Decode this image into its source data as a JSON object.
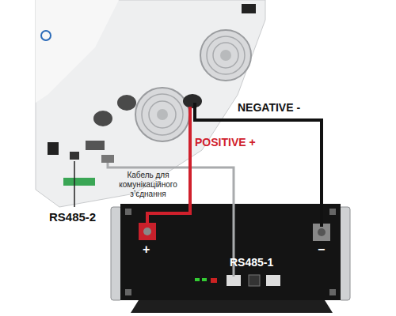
{
  "diagram": {
    "nodes": [
      {
        "text": [
          "+",
          "RS485-1",
          "−"
        ]
      }
    ],
    "labels": [
      "NEGATIVE -",
      "POSITIVE +",
      "Кабель для комунікаційного з’єднання",
      "RS485-2"
    ]
  }
}
